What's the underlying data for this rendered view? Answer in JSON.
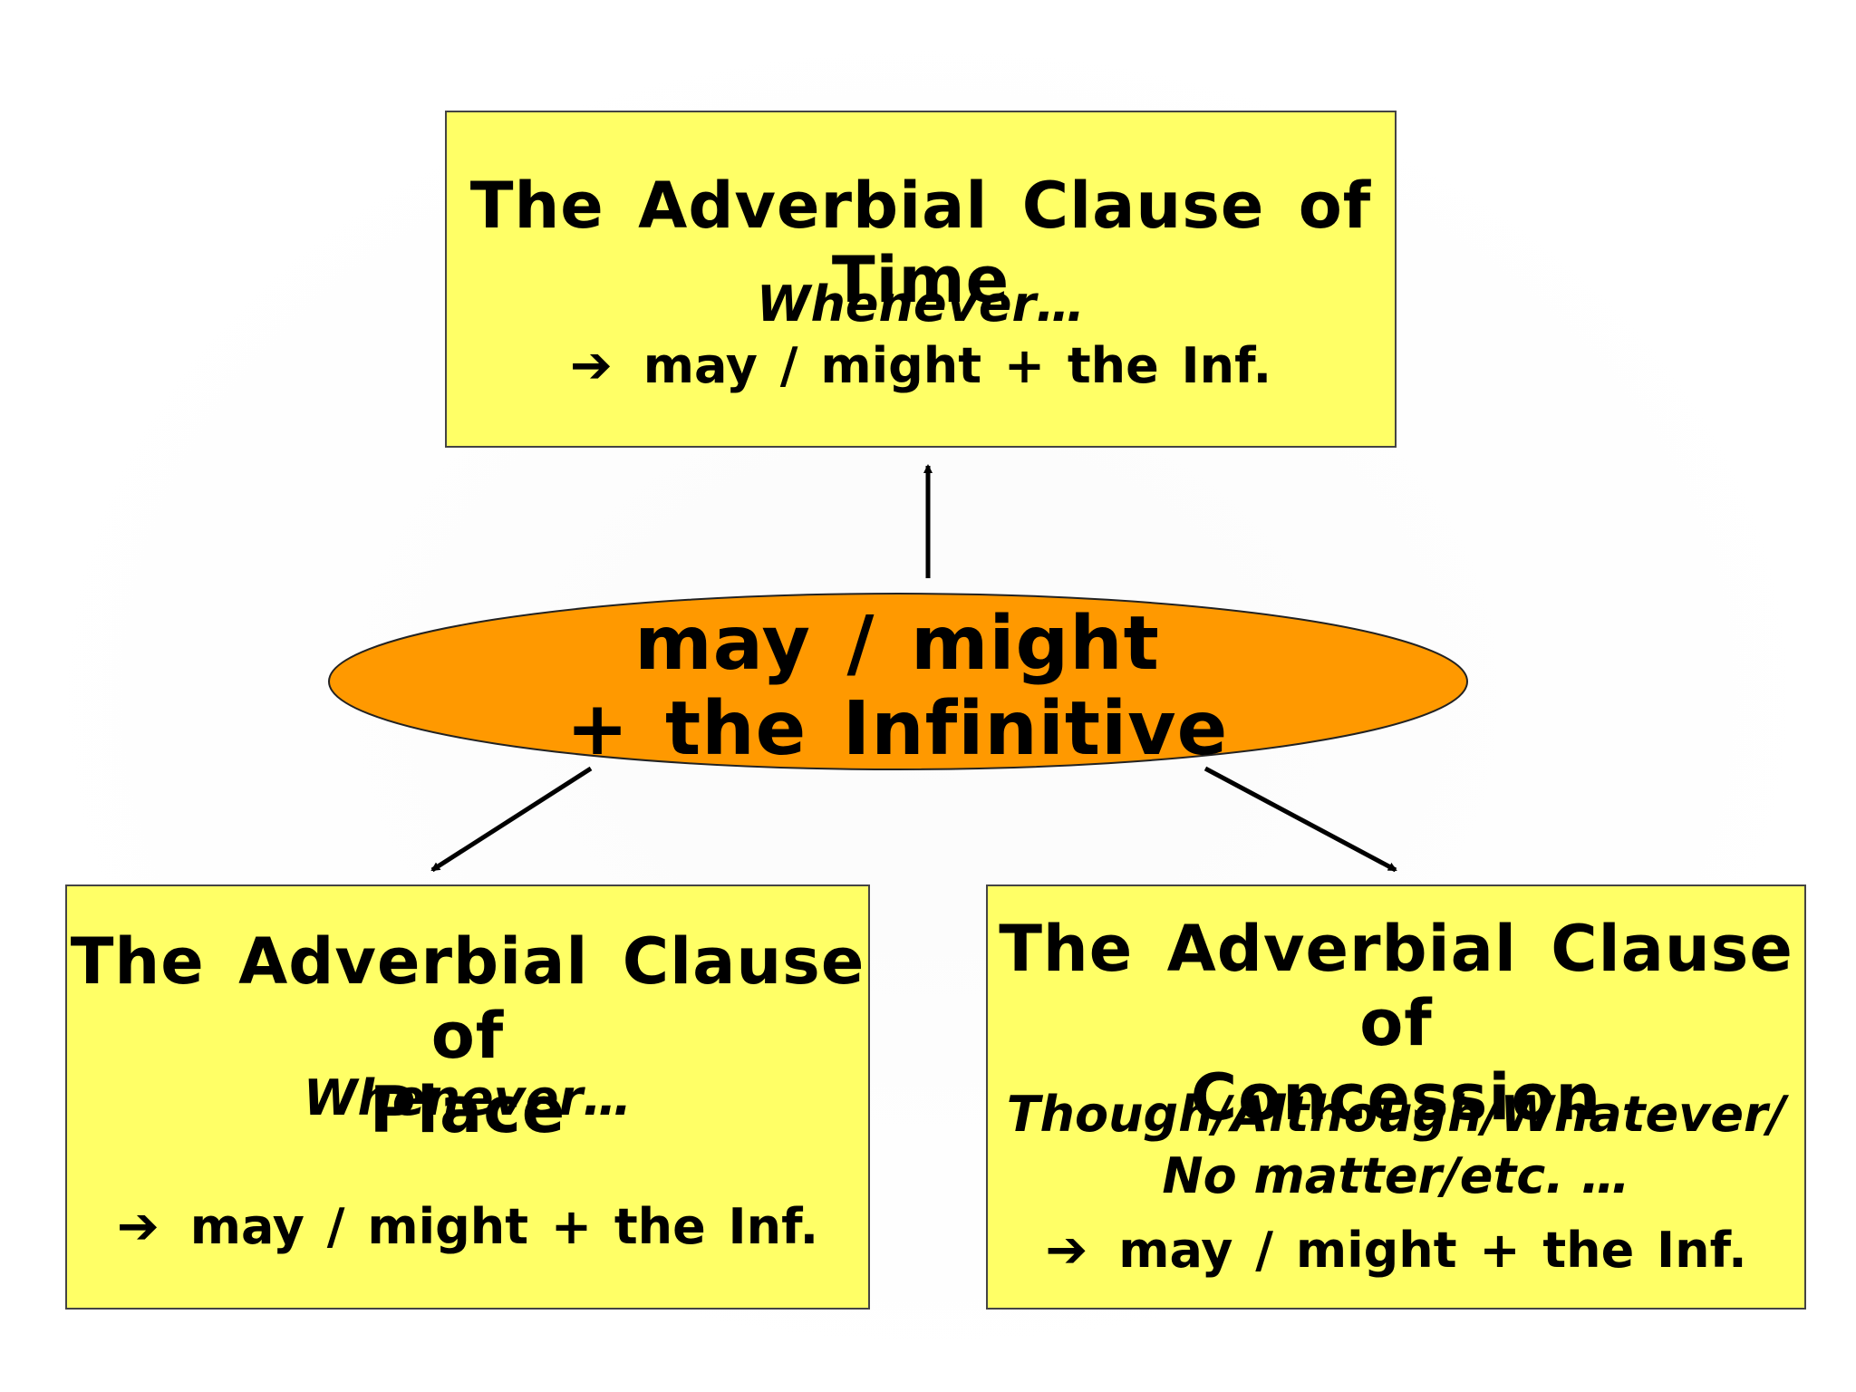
{
  "center": {
    "line1": "may / might",
    "line2": "+ the Infinitive",
    "fill_color": "#ff9900"
  },
  "box_fill_color": "#ffff66",
  "boxes": {
    "time": {
      "title": "The Adverbial Clause of Time",
      "keyword": "Whenever…",
      "formula": "may / might + the Inf."
    },
    "place": {
      "title_line1": "The Adverbial Clause of",
      "title_line2": "Place",
      "keyword": "Whenever…",
      "formula": "may / might + the Inf."
    },
    "concession": {
      "title_line1": "The Adverbial Clause of",
      "title_line2": "Concession",
      "keyword_line1": "Though/Although/Whatever/",
      "keyword_line2": "No matter/etc. …",
      "formula": "may / might + the Inf."
    }
  },
  "icons": {
    "formula_arrow": "right-arrow-icon",
    "connector": "arrow-icon"
  }
}
